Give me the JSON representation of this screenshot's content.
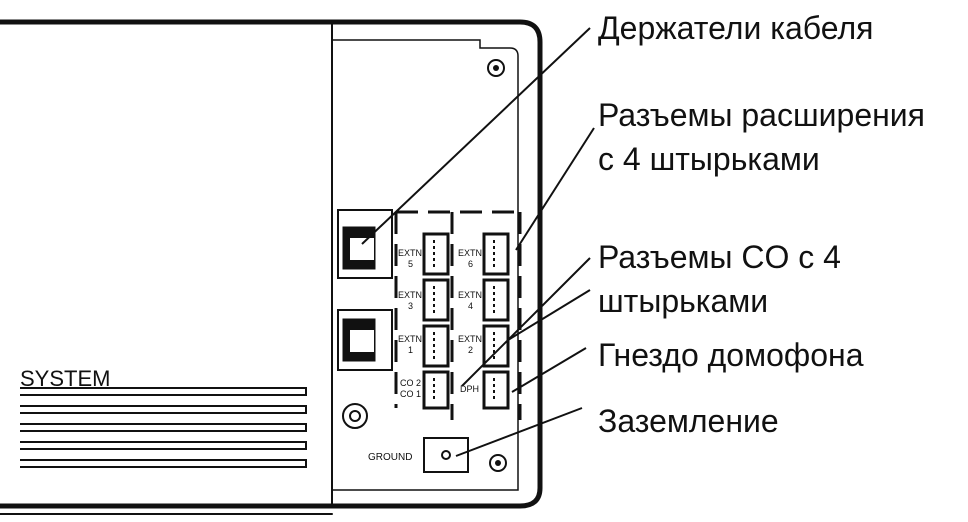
{
  "callouts": {
    "cable_holders": "Держатели кабеля",
    "expansion_line1": "Разъемы расширения",
    "expansion_line2": "с 4 штырьками",
    "co_line1": "Разъемы CO с 4",
    "co_line2": "штырьками",
    "doorphone": "Гнездо домофона",
    "ground": "Заземление"
  },
  "unit": {
    "system_label": "SYSTEM"
  },
  "ports": {
    "extn5_top": "EXTN.",
    "extn5_num": "5",
    "extn3_top": "EXTN.",
    "extn3_num": "3",
    "extn1_top": "EXTN.",
    "extn1_num": "1",
    "extn6_top": "EXTN.",
    "extn6_num": "6",
    "extn4_top": "EXTN.",
    "extn4_num": "4",
    "extn2_top": "EXTN.",
    "extn2_num": "2",
    "co2": "CO 2",
    "co1": "CO 1",
    "dph": "DPH",
    "ground": "GROUND"
  },
  "colors": {
    "ink": "#111111",
    "paper": "#ffffff"
  }
}
